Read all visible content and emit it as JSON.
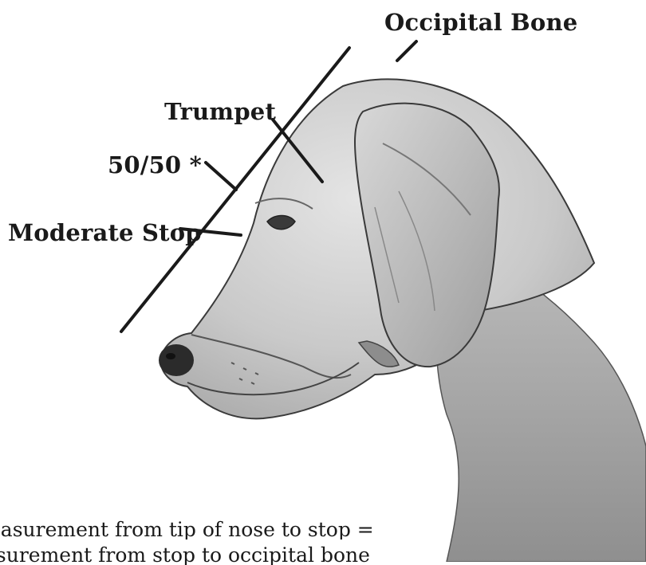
{
  "labels": {
    "occipital_bone": "Occipital Bone",
    "trumpet": "Trumpet",
    "fifty_fifty": "50/50 *",
    "moderate_stop": "Moderate Stop"
  },
  "footnote": {
    "line1": "easurement from tip of nose to stop =",
    "line2": "asurement from stop to occipital bone"
  }
}
